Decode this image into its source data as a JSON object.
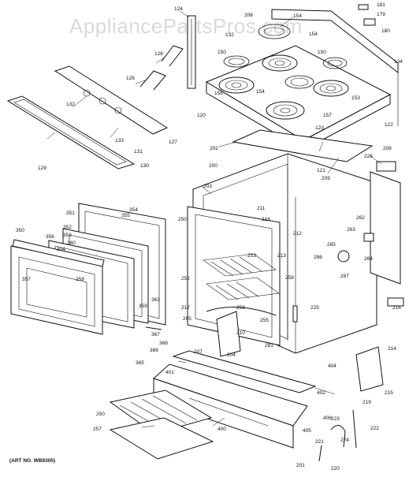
{
  "watermark": "AppliancePartsPros.com",
  "art_number": "(ART NO. WB9305)",
  "parts": [
    {
      "id": "p124",
      "label": "124"
    },
    {
      "id": "p208",
      "label": "208"
    },
    {
      "id": "p154a",
      "label": "154"
    },
    {
      "id": "p181",
      "label": "181"
    },
    {
      "id": "p179",
      "label": "179"
    },
    {
      "id": "p180",
      "label": "180"
    },
    {
      "id": "p132",
      "label": "132"
    },
    {
      "id": "p154b",
      "label": "154"
    },
    {
      "id": "p128",
      "label": "128"
    },
    {
      "id": "p150a",
      "label": "150"
    },
    {
      "id": "p150b",
      "label": "150"
    },
    {
      "id": "p134",
      "label": "134"
    },
    {
      "id": "p126",
      "label": "126"
    },
    {
      "id": "p154c",
      "label": "154"
    },
    {
      "id": "p158",
      "label": "158"
    },
    {
      "id": "p153",
      "label": "153"
    },
    {
      "id": "p157",
      "label": "157"
    },
    {
      "id": "p120",
      "label": "120"
    },
    {
      "id": "p122",
      "label": "122"
    },
    {
      "id": "p133",
      "label": "133"
    },
    {
      "id": "p123",
      "label": "123"
    },
    {
      "id": "p129",
      "label": "129"
    },
    {
      "id": "p130",
      "label": "130"
    },
    {
      "id": "p131",
      "label": "131"
    },
    {
      "id": "p127",
      "label": "127"
    },
    {
      "id": "p202",
      "label": "202"
    },
    {
      "id": "p121",
      "label": "121"
    },
    {
      "id": "p209",
      "label": "209"
    },
    {
      "id": "p226",
      "label": "226"
    },
    {
      "id": "p206",
      "label": "206"
    },
    {
      "id": "p200",
      "label": "200"
    },
    {
      "id": "p203",
      "label": "203"
    },
    {
      "id": "p211",
      "label": "211"
    },
    {
      "id": "p218",
      "label": "218"
    },
    {
      "id": "p250",
      "label": "250"
    },
    {
      "id": "p351",
      "label": "351"
    },
    {
      "id": "p355",
      "label": "355"
    },
    {
      "id": "p354",
      "label": "354"
    },
    {
      "id": "p352",
      "label": "352"
    },
    {
      "id": "p353",
      "label": "353"
    },
    {
      "id": "p350",
      "label": "350"
    },
    {
      "id": "p356",
      "label": "356"
    },
    {
      "id": "p360",
      "label": "360"
    },
    {
      "id": "p304",
      "label": "304"
    },
    {
      "id": "p357",
      "label": "357"
    },
    {
      "id": "p358",
      "label": "358"
    },
    {
      "id": "p363",
      "label": "363"
    },
    {
      "id": "p212",
      "label": "212"
    },
    {
      "id": "p253",
      "label": "253"
    },
    {
      "id": "p213",
      "label": "213"
    },
    {
      "id": "p262",
      "label": "262"
    },
    {
      "id": "p263",
      "label": "263"
    },
    {
      "id": "p265",
      "label": "265"
    },
    {
      "id": "p264",
      "label": "264"
    },
    {
      "id": "p286",
      "label": "286"
    },
    {
      "id": "p287",
      "label": "287"
    },
    {
      "id": "p252",
      "label": "252"
    },
    {
      "id": "p258",
      "label": "258"
    },
    {
      "id": "p256",
      "label": "256"
    },
    {
      "id": "p255",
      "label": "255"
    },
    {
      "id": "p225",
      "label": "225"
    },
    {
      "id": "p217",
      "label": "217"
    },
    {
      "id": "p205",
      "label": "205"
    },
    {
      "id": "p359",
      "label": "359"
    },
    {
      "id": "p367",
      "label": "367"
    },
    {
      "id": "p368",
      "label": "368"
    },
    {
      "id": "p366",
      "label": "366"
    },
    {
      "id": "p365",
      "label": "365"
    },
    {
      "id": "p210",
      "label": "210"
    },
    {
      "id": "p204",
      "label": "204"
    },
    {
      "id": "p281",
      "label": "281"
    },
    {
      "id": "p207",
      "label": "207"
    },
    {
      "id": "p401",
      "label": "401"
    },
    {
      "id": "p404",
      "label": "404"
    },
    {
      "id": "p214",
      "label": "214"
    },
    {
      "id": "p215",
      "label": "215"
    },
    {
      "id": "p216",
      "label": "216"
    },
    {
      "id": "p402",
      "label": "402"
    },
    {
      "id": "p406",
      "label": "406"
    },
    {
      "id": "p223",
      "label": "223"
    },
    {
      "id": "p405",
      "label": "405"
    },
    {
      "id": "p222",
      "label": "222"
    },
    {
      "id": "p221",
      "label": "221"
    },
    {
      "id": "p274",
      "label": "274"
    },
    {
      "id": "p220",
      "label": "220"
    },
    {
      "id": "p201",
      "label": "201"
    },
    {
      "id": "p250b",
      "label": "250"
    },
    {
      "id": "p257",
      "label": "257"
    },
    {
      "id": "p400",
      "label": "400"
    },
    {
      "id": "p219",
      "label": "219"
    }
  ]
}
